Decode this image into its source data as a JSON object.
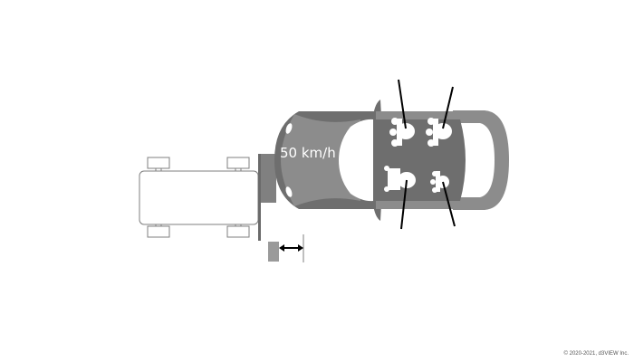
{
  "diagram": {
    "type": "crash-test-scenario",
    "speed_label": "50 km/h",
    "barrier": {
      "label": "deformable-barrier",
      "color": "#7f7f7f"
    },
    "tow_vehicle": {
      "label": "barrier-carrier",
      "outline_color": "#7f7f7f"
    },
    "test_vehicle": {
      "label": "test-car",
      "body_color": "#6e6e6e",
      "accent_color": "#8c8c8c"
    },
    "occupants": [
      {
        "position": "front-left",
        "type": "adult-dummy"
      },
      {
        "position": "rear-left",
        "type": "adult-dummy"
      },
      {
        "position": "front-right",
        "type": "adult-dummy"
      },
      {
        "position": "rear-right",
        "type": "child-dummy"
      }
    ],
    "offset_indicator": "double-arrow"
  },
  "footer": {
    "copyright": "© 2020-2021, d3VIEW Inc."
  }
}
